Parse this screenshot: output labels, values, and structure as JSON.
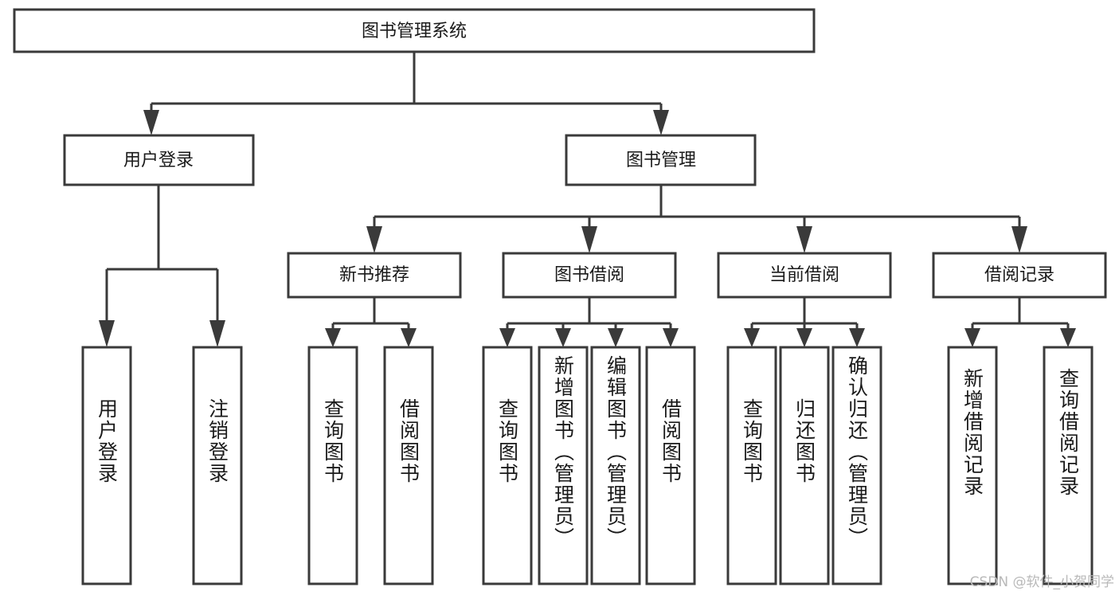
{
  "diagram": {
    "type": "tree-hierarchy",
    "title": "图书管理系统",
    "root": {
      "id": "root",
      "label": "图书管理系统",
      "orientation": "horizontal"
    },
    "level2": [
      {
        "id": "user-login",
        "label": "用户登录",
        "orientation": "horizontal"
      },
      {
        "id": "book-manage",
        "label": "图书管理",
        "orientation": "horizontal"
      }
    ],
    "level3": [
      {
        "id": "new-book-recommend",
        "label": "新书推荐",
        "parent": "book-manage",
        "orientation": "horizontal"
      },
      {
        "id": "book-borrow",
        "label": "图书借阅",
        "parent": "book-manage",
        "orientation": "horizontal"
      },
      {
        "id": "current-borrow",
        "label": "当前借阅",
        "parent": "book-manage",
        "orientation": "horizontal"
      },
      {
        "id": "borrow-record",
        "label": "借阅记录",
        "parent": "book-manage",
        "orientation": "horizontal"
      }
    ],
    "leaves": [
      {
        "id": "leaf-user-login",
        "label": "用户登录",
        "parent": "user-login",
        "orientation": "vertical"
      },
      {
        "id": "leaf-user-logout",
        "label": "注销登录",
        "parent": "user-login",
        "orientation": "vertical"
      },
      {
        "id": "leaf-query-book-1",
        "label": "查询图书",
        "parent": "new-book-recommend",
        "orientation": "vertical"
      },
      {
        "id": "leaf-borrow-book-1",
        "label": "借阅图书",
        "parent": "new-book-recommend",
        "orientation": "vertical"
      },
      {
        "id": "leaf-query-book-2",
        "label": "查询图书",
        "parent": "book-borrow",
        "orientation": "vertical"
      },
      {
        "id": "leaf-add-book",
        "label": "新增图书（管理员）",
        "parent": "book-borrow",
        "orientation": "vertical"
      },
      {
        "id": "leaf-edit-book",
        "label": "编辑图书（管理员）",
        "parent": "book-borrow",
        "orientation": "vertical"
      },
      {
        "id": "leaf-borrow-book-2",
        "label": "借阅图书",
        "parent": "book-borrow",
        "orientation": "vertical"
      },
      {
        "id": "leaf-query-book-3",
        "label": "查询图书",
        "parent": "current-borrow",
        "orientation": "vertical"
      },
      {
        "id": "leaf-return-book",
        "label": "归还图书",
        "parent": "current-borrow",
        "orientation": "vertical"
      },
      {
        "id": "leaf-confirm-return",
        "label": "确认归还（管理员）",
        "parent": "current-borrow",
        "orientation": "vertical"
      },
      {
        "id": "leaf-add-record",
        "label": "新增借阅记录",
        "parent": "borrow-record",
        "orientation": "vertical"
      },
      {
        "id": "leaf-query-record",
        "label": "查询借阅记录",
        "parent": "borrow-record",
        "orientation": "vertical"
      }
    ],
    "watermark": "CSDN @软件_小贺同学",
    "colors": {
      "background": "#ffffff",
      "box_fill": "#ffffff",
      "stroke": "#3a3a3a",
      "text": "#1a1a1a",
      "watermark": "#b9b9b9"
    }
  }
}
